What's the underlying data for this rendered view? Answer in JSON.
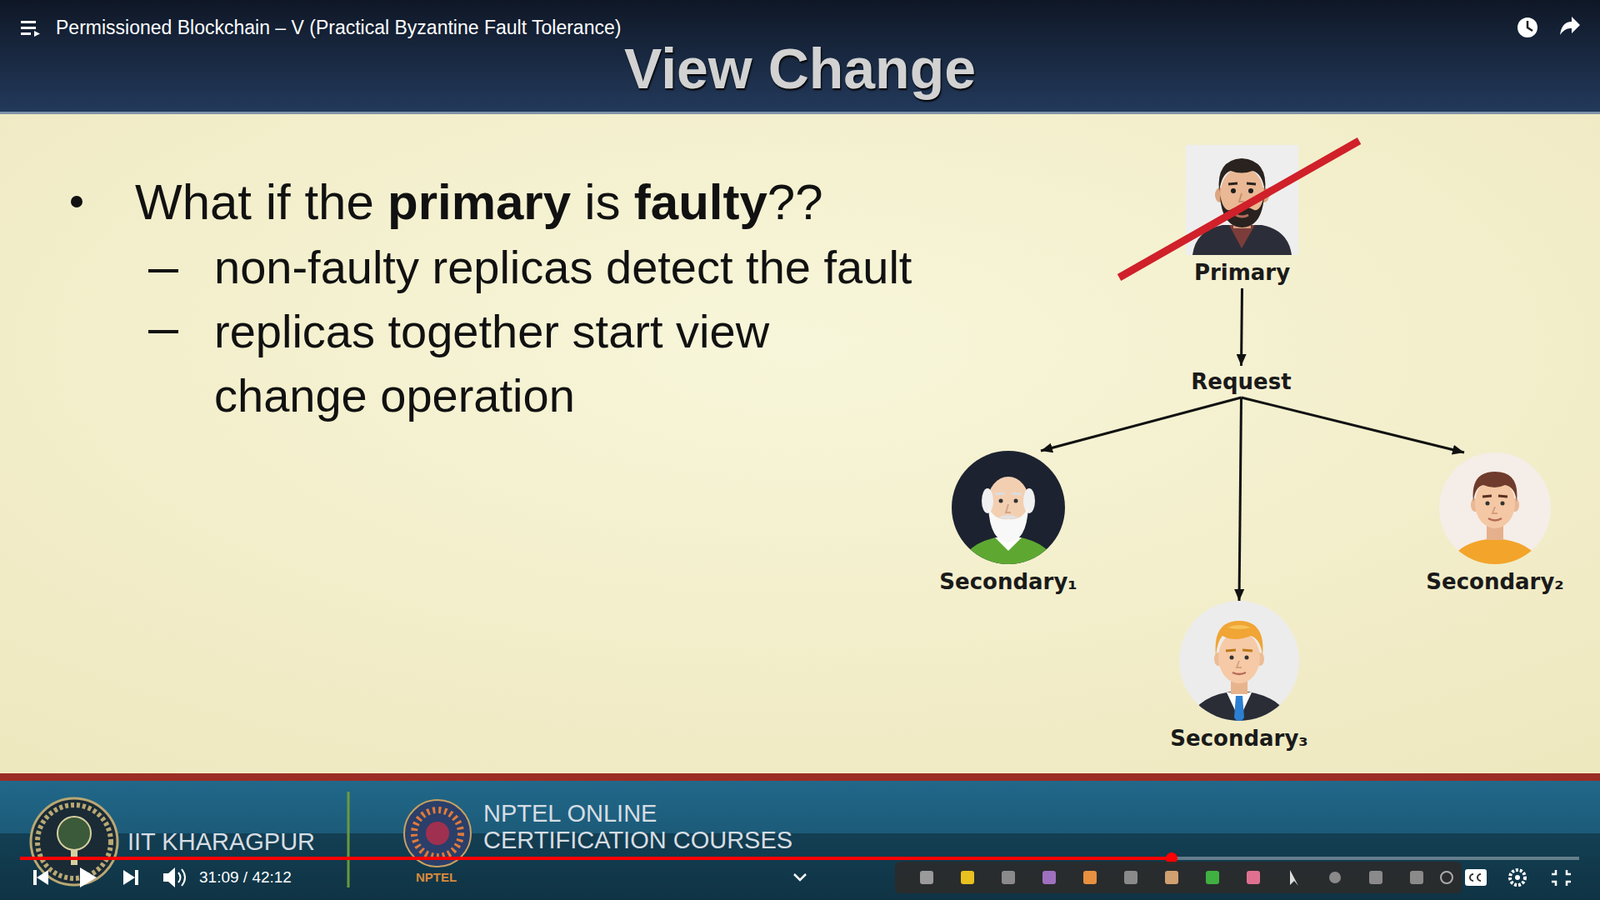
{
  "diagram": {
    "title": "View Change",
    "nodes": [
      {
        "text": [
          "Primary"
        ]
      },
      {
        "text": [
          "Request"
        ]
      },
      {
        "text": [
          "Secondary₁"
        ]
      },
      {
        "text": [
          "Secondary₂"
        ]
      },
      {
        "text": [
          "Secondary₃"
        ]
      }
    ],
    "edges": [
      {
        "from": 0,
        "to": 1,
        "arrow": "to"
      },
      {
        "from": 1,
        "to": 2,
        "arrow": "to"
      },
      {
        "from": 1,
        "to": 3,
        "arrow": "to"
      },
      {
        "from": 1,
        "to": 4,
        "arrow": "to"
      }
    ],
    "labels": [
      "Permissioned Blockchain – V (Practical Byzantine Fault Tolerance)",
      "What if the",
      "primary",
      "is",
      "faulty",
      "??",
      "non-faulty replicas detect the fault",
      "replicas together start view change operation",
      "IIT KHARAGPUR",
      "NPTEL ONLINE CERTIFICATION COURSES",
      "NPTEL",
      "31:09 / 42:12"
    ]
  }
}
